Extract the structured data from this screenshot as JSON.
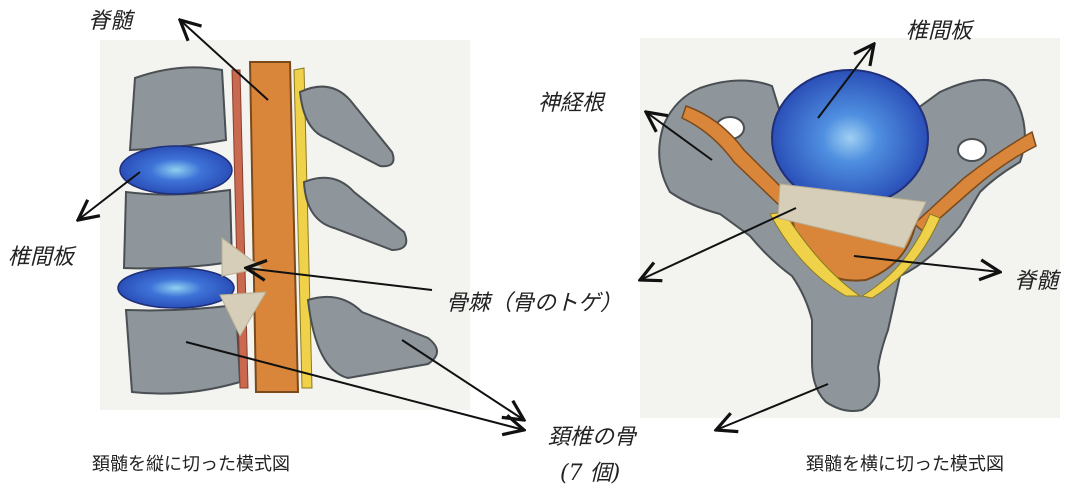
{
  "labels": {
    "spinal_cord_top_left": "脊髄",
    "disc_left": "椎間板",
    "osteophyte": "骨棘（骨のトゲ）",
    "cervical_bone": "頚椎の骨",
    "cervical_bone_count": "(7 個)",
    "disc_right": "椎間板",
    "nerve_root": "神経根",
    "spinal_cord_right": "脊髄"
  },
  "captions": {
    "left": "頚髄を縦に切った模式図",
    "right": "頚髄を横に切った模式図"
  },
  "colors": {
    "bone": "#8f969b",
    "bone_dark": "#4a4f53",
    "disc": "#2f57c4",
    "disc_center": "#7fb2e8",
    "spinal_cord": "#d9863a",
    "ligament_yellow": "#f0d24a",
    "ligament_red": "#c9694f",
    "osteophyte": "#d6ceb8",
    "paper": "#f3f3f0"
  }
}
